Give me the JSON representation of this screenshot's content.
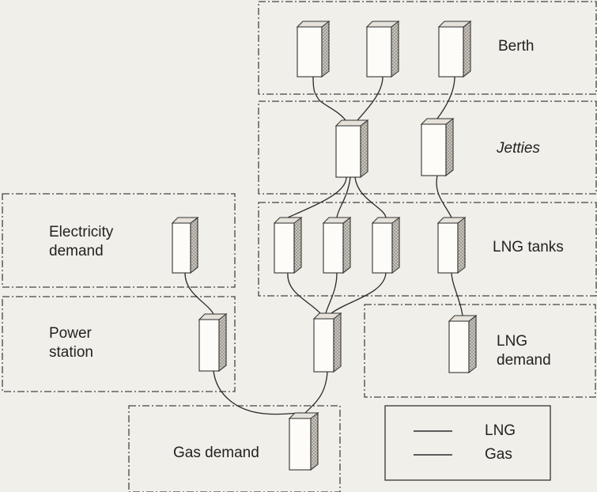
{
  "diagram": {
    "zones": {
      "berth": "Berth",
      "jetties": "Jetties",
      "lng_tanks": "LNG tanks",
      "lng_demand": "LNG\ndemand",
      "electricity_demand": "Electricity\ndemand",
      "power_station": "Power\nstation",
      "gas_demand": "Gas demand"
    },
    "legend": {
      "items": [
        {
          "label": "LNG"
        },
        {
          "label": "Gas"
        }
      ]
    }
  },
  "colors": {
    "background": "#f1efe9",
    "line": "#2a2a2a",
    "box_face": "#fdfcf9",
    "box_side": "#9a968e"
  }
}
